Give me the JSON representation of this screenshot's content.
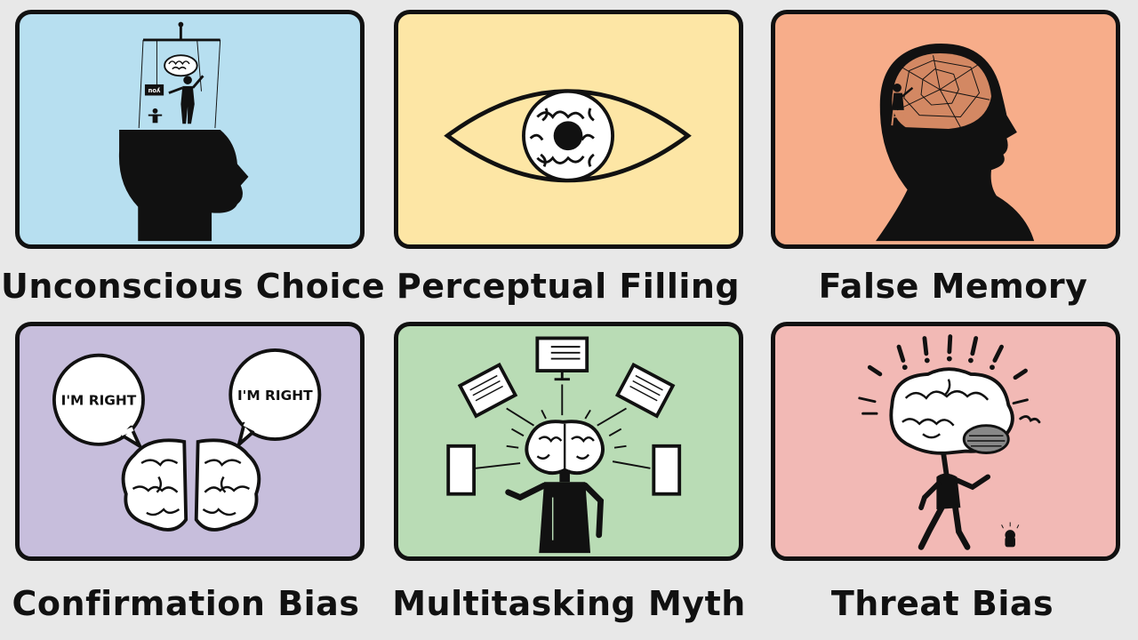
{
  "panels": [
    {
      "title": "Unconscious Choice",
      "bg": "#b7dff0",
      "sign_text": "noʎ"
    },
    {
      "title": "Perceptual Filling",
      "bg": "#fde6a5"
    },
    {
      "title": "False Memory",
      "bg": "#f7ad8a"
    },
    {
      "title": "Confirmation Bias",
      "bg": "#c7bedc",
      "bubble_left": "I'M RIGHT",
      "bubble_right": "I'M RIGHT"
    },
    {
      "title": "Multitasking Myth",
      "bg": "#b9dcb5"
    },
    {
      "title": "Threat Bias",
      "bg": "#f2b9b5"
    }
  ]
}
